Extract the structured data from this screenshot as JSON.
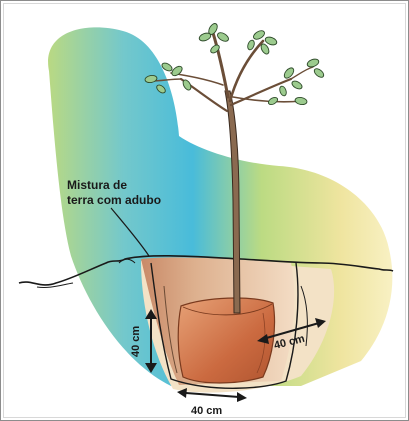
{
  "labels": {
    "mix_line1": "Mistura de",
    "mix_line2": "terra com adubo",
    "depth": "40 cm",
    "width_bottom": "40 cm",
    "width_side": "40 cm"
  },
  "colors": {
    "bg_blue": "#5cc4d6",
    "bg_green": "#b9d97a",
    "bg_yellow": "#f6ea9a",
    "soil_light": "#f2dcc4",
    "soil_dark": "#c98a68",
    "root_ball": "#c7623a",
    "trunk": "#7a5c44",
    "leaf": "#8ebf8a"
  }
}
